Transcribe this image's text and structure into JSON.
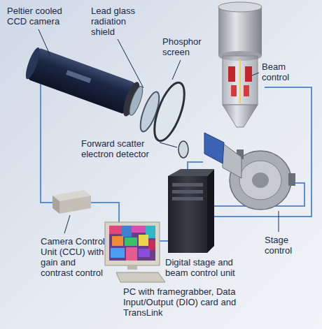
{
  "diagram": {
    "labels": [
      "Peltier cooled CCD camera",
      "Lead glass radiation shield",
      "Phosphor screen",
      "Beam control",
      "Forward scatter electron detector",
      "Camera Control Unit (CCU) with gain and contrast control",
      "Stage control",
      "Digital stage and beam control unit",
      "PC with framegrabber, Data Input/Output (DIO) card and TransLink"
    ]
  }
}
